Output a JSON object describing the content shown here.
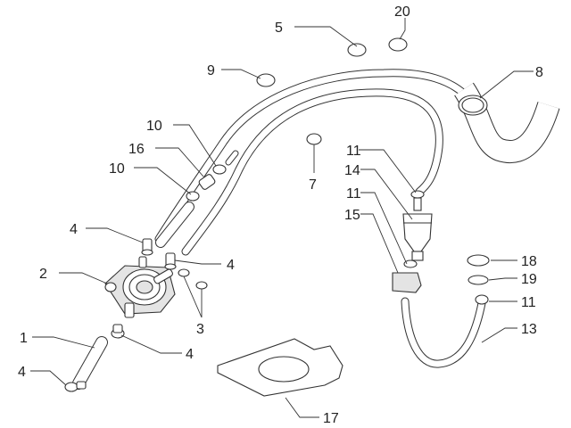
{
  "labels": {
    "l1": "1",
    "l2": "2",
    "l3": "3",
    "l4a": "4",
    "l4b": "4",
    "l4c": "4",
    "l4d": "4",
    "l5": "5",
    "l7": "7",
    "l8": "8",
    "l9": "9",
    "l10a": "10",
    "l10b": "10",
    "l11a": "11",
    "l11b": "11",
    "l11c": "11",
    "l13": "13",
    "l14": "14",
    "l15": "15",
    "l16": "16",
    "l17": "17",
    "l18": "18",
    "l19": "19",
    "l20": "20"
  }
}
